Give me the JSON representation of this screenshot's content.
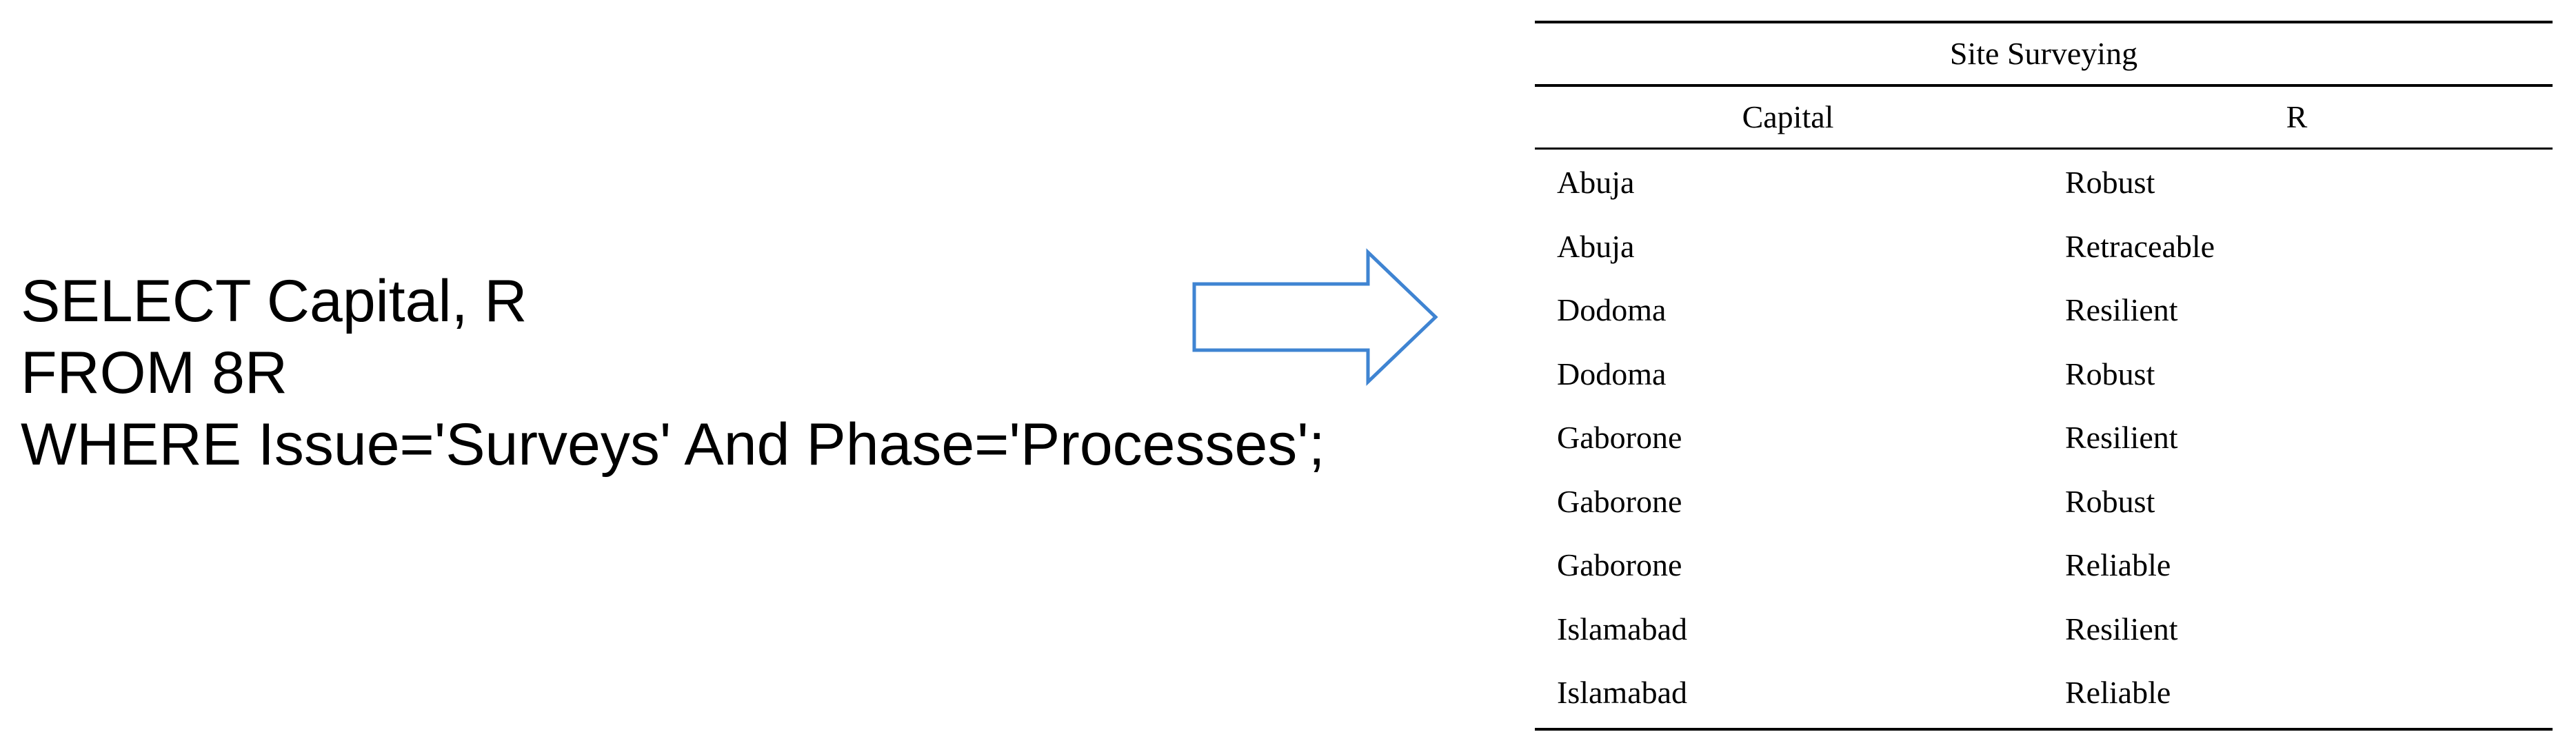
{
  "query": {
    "lines": [
      "SELECT Capital, R",
      "FROM 8R",
      "WHERE Issue='Surveys' And Phase='Processes';"
    ]
  },
  "colors": {
    "arrow_stroke": "#3f84d2",
    "text": "#000000"
  },
  "table": {
    "title": "Site Surveying",
    "columns": [
      "Capital",
      "R"
    ],
    "rows": [
      [
        "Abuja",
        "Robust"
      ],
      [
        "Abuja",
        "Retraceable"
      ],
      [
        "Dodoma",
        "Resilient"
      ],
      [
        "Dodoma",
        "Robust"
      ],
      [
        "Gaborone",
        "Resilient"
      ],
      [
        "Gaborone",
        "Robust"
      ],
      [
        "Gaborone",
        "Reliable"
      ],
      [
        "Islamabad",
        "Resilient"
      ],
      [
        "Islamabad",
        "Reliable"
      ]
    ]
  }
}
